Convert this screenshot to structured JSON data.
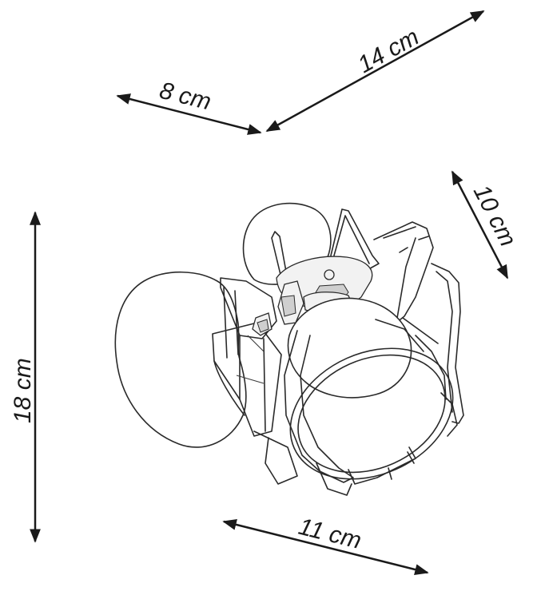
{
  "dimensions": {
    "depth_front": "8 cm",
    "width_top": "14 cm",
    "lamp_diameter": "10 cm",
    "height": "18 cm",
    "width_bottom": "11 cm"
  },
  "colors": {
    "line": "#1a1a1a",
    "background": "#ffffff"
  }
}
